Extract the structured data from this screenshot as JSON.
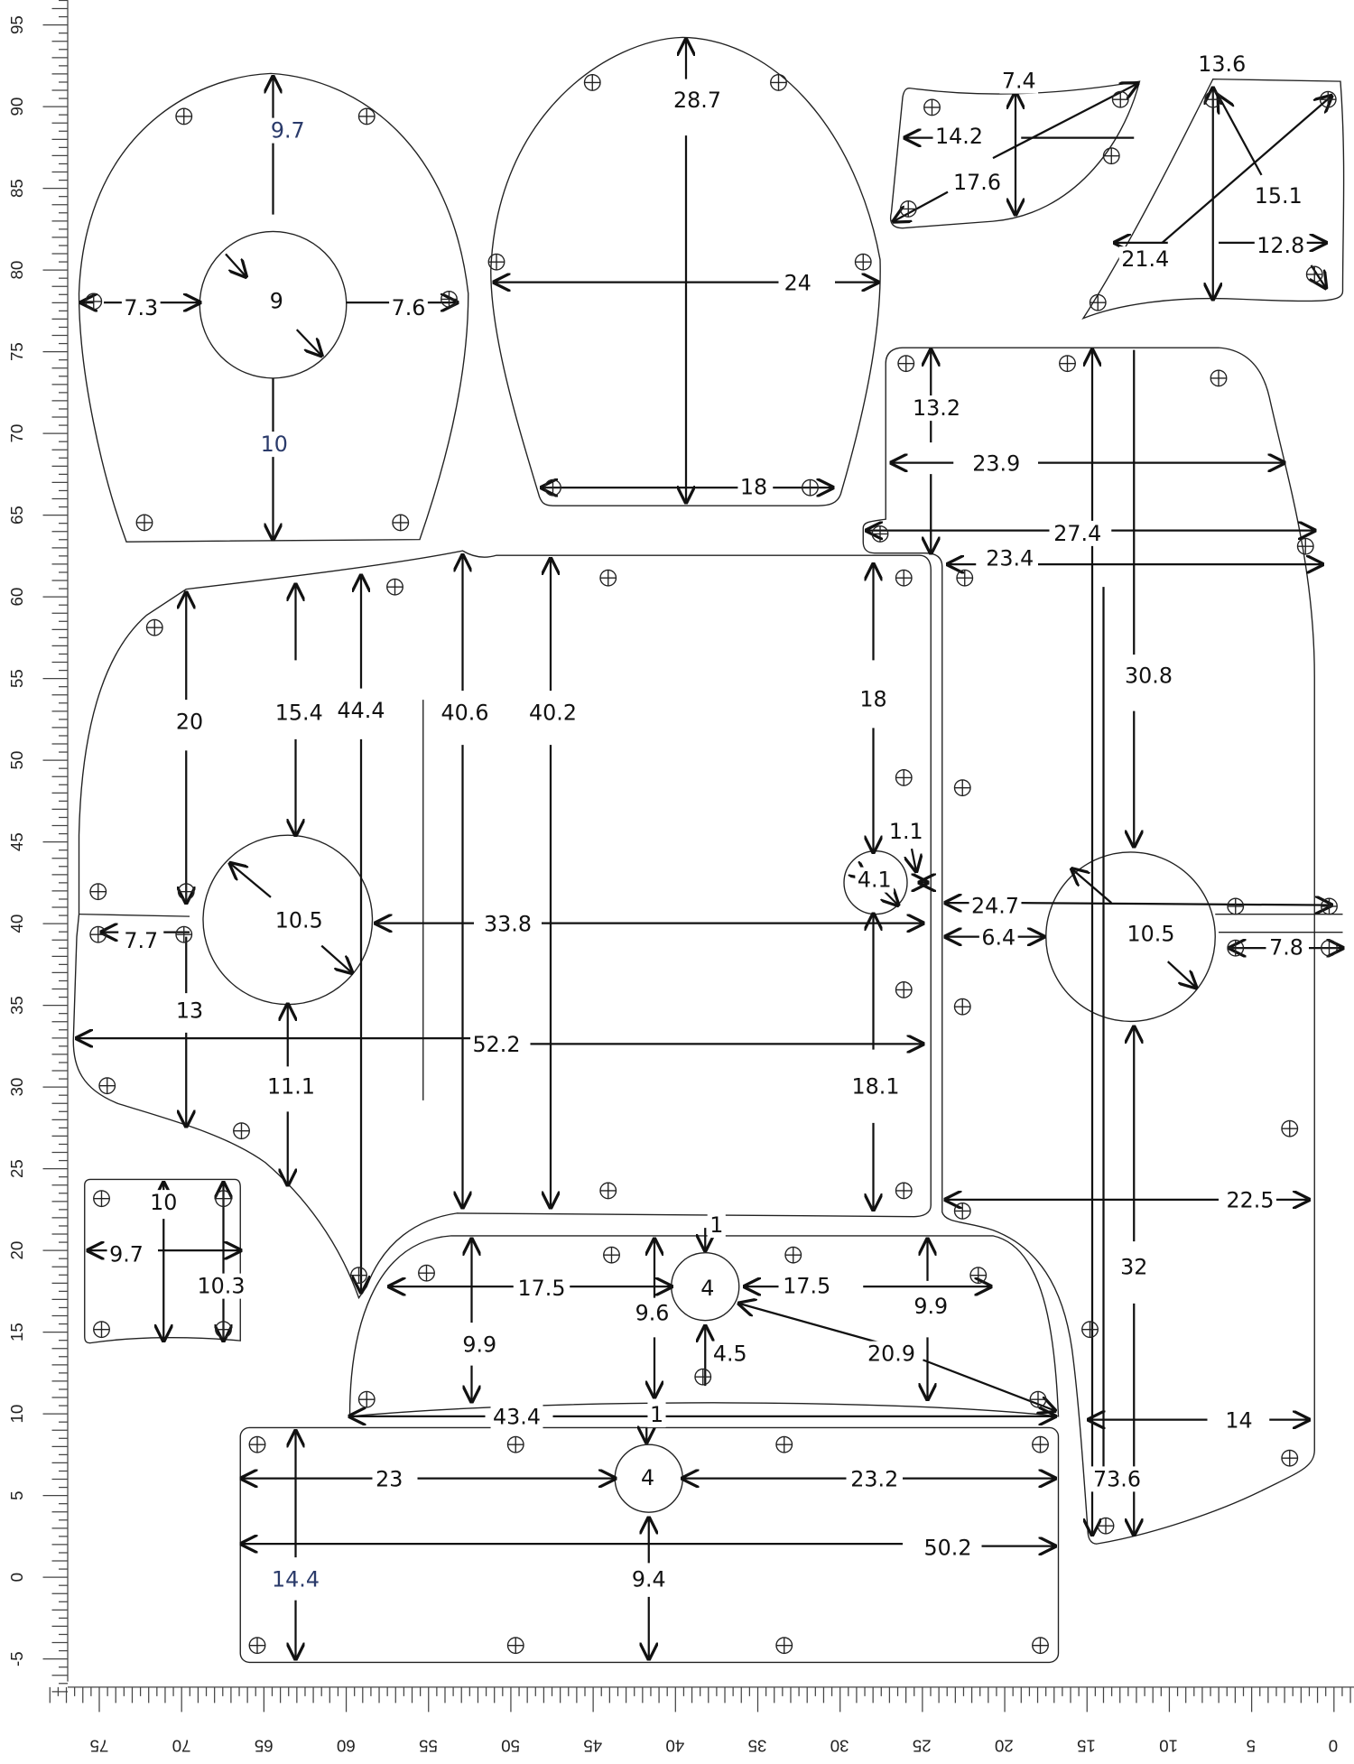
{
  "ruler_left": {
    "labels": [
      "95",
      "90",
      "85",
      "80",
      "75",
      "70",
      "65",
      "60",
      "55",
      "50",
      "45",
      "40",
      "35",
      "30",
      "25",
      "20",
      "15",
      "10",
      "5",
      "0",
      "-5"
    ]
  },
  "ruler_bottom": {
    "labels": [
      "75",
      "70",
      "65",
      "60",
      "55",
      "50",
      "45",
      "40",
      "35",
      "30",
      "25",
      "20",
      "15",
      "10",
      "5",
      "0"
    ]
  },
  "labels": [
    "9.7",
    "7.3",
    "9",
    "7.6",
    "10",
    "28.7",
    "24",
    "18",
    "7.4",
    "14.2",
    "17.6",
    "13.6",
    "15.1",
    "21.4",
    "12.8",
    "13.2",
    "23.9",
    "27.4",
    "23.4",
    "30.8",
    "24.7",
    "6.4",
    "10.5",
    "7.8",
    "22.5",
    "32",
    "14",
    "73.6",
    "20",
    "15.4",
    "44.4",
    "40.6",
    "40.2",
    "18",
    "1.1",
    "4.1",
    "10.5",
    "7.7",
    "33.8",
    "13",
    "52.2",
    "11.1",
    "18.1",
    "10",
    "9.7",
    "10.3",
    "1",
    "17.5",
    "4",
    "17.5",
    "9.6",
    "9.9",
    "9.9",
    "4.5",
    "20.9",
    "43.4",
    "1",
    "23",
    "4",
    "23.2",
    "50.2",
    "14.4",
    "9.4"
  ]
}
